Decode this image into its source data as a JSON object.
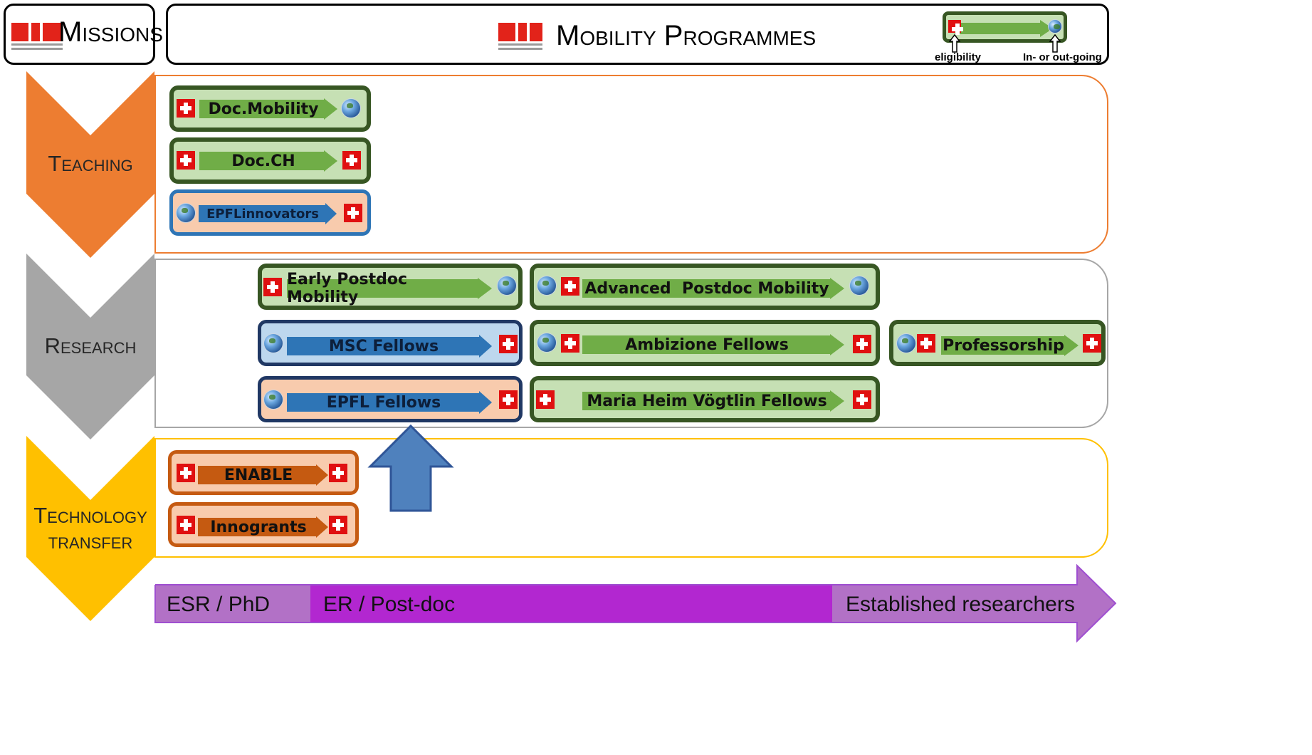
{
  "header": {
    "missions_title": "Missions",
    "programmes_title": "Mobility Programmes",
    "legend": {
      "eligibility_label": "eligibility",
      "direction_label": "In- or out-going"
    }
  },
  "missions": {
    "teaching": "Teaching",
    "research": "Research",
    "technology_transfer_line1": "Technology",
    "technology_transfer_line2": "transfer"
  },
  "colors": {
    "teaching": "#ed7d31",
    "research": "#a6a6a6",
    "technology_transfer": "#ffc000",
    "green_arrow": "#70ad47",
    "blue_arrow": "#2e75b6",
    "orange_arrow": "#c55a11",
    "career_bar": "#b227d0"
  },
  "programmes": {
    "doc_mobility": "Doc.Mobility",
    "doc_ch": "Doc.CH",
    "epfl_innovators": "EPFLinnovators",
    "early_postdoc": "Early Postdoc Mobility",
    "advanced_postdoc": "Advanced  Postdoc Mobility",
    "msc_fellows": "MSC Fellows",
    "ambizione": "Ambizione Fellows",
    "professorship": "Professorship",
    "epfl_fellows": "EPFL Fellows",
    "maria_heim": "Maria Heim Vögtlin Fellows",
    "enable": "ENABLE",
    "innogrants": "Innogrants"
  },
  "career": {
    "esr": "ESR / PhD",
    "er": "ER / Post-doc",
    "established": "Established researchers"
  }
}
